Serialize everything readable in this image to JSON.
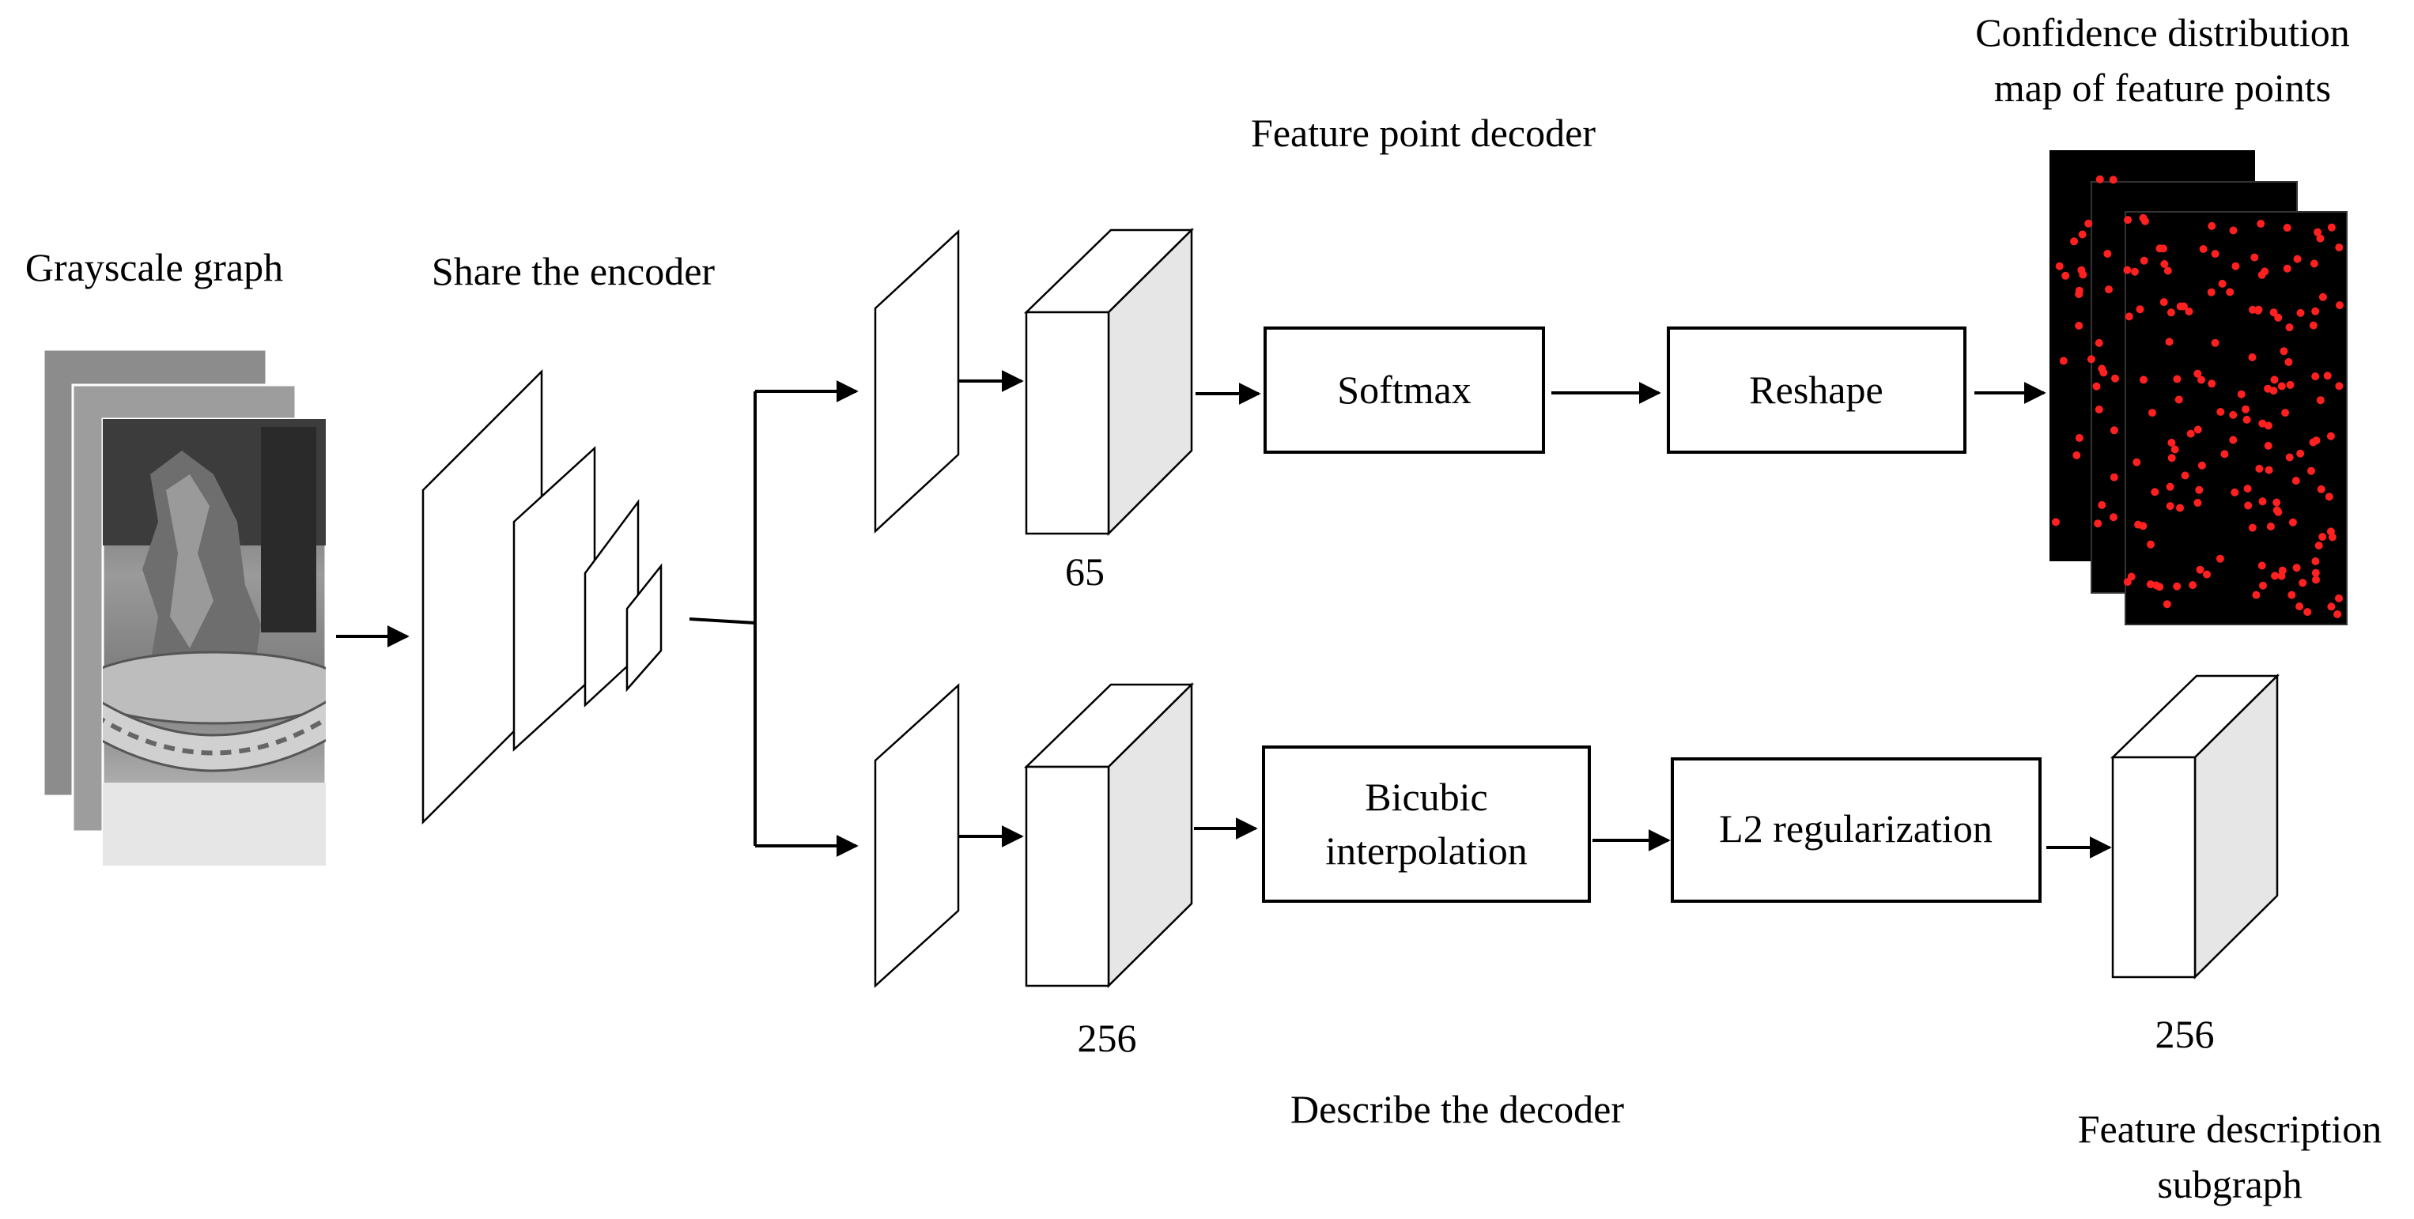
{
  "labels": {
    "grayscale_graph": "Grayscale graph",
    "share_encoder": "Share the encoder",
    "feature_point_decoder": "Feature point decoder",
    "describe_decoder": "Describe the decoder",
    "confidence_line1": "Confidence distribution",
    "confidence_line2": "map of feature points",
    "feature_desc_line1": "Feature description",
    "feature_desc_line2": "subgraph"
  },
  "boxes": {
    "softmax": "Softmax",
    "reshape": "Reshape",
    "bicubic_line1": "Bicubic",
    "bicubic_line2": "interpolation",
    "l2": "L2 regularization"
  },
  "channels": {
    "top": "65",
    "bottom": "256",
    "output": "256"
  },
  "colors": {
    "line": "#000000",
    "cube_side": "#e6e6e6",
    "map_background": "#000000",
    "feature_point": "#ff2020"
  },
  "icons": {
    "input_images": "grayscale-photo-stack-icon",
    "confidence_map": "red-dot-feature-map-icon"
  }
}
